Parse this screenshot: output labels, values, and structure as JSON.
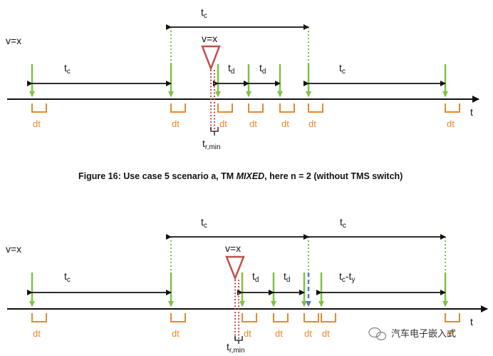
{
  "labels": {
    "v_eq_x": "v=x",
    "tc": "t",
    "tc_sub": "c",
    "td": "t",
    "td_sub": "d",
    "dt": "dt",
    "t_axis": "t",
    "tr": "t",
    "tr_sub": "r,min",
    "tcty_main": "t",
    "tcty_sub1": "c",
    "tcty_dash": "-t",
    "tcty_sub2": "y"
  },
  "caption": {
    "prefix": "Figure 16: Use case 5 scenario a, TM ",
    "italic": "MIXED",
    "suffix": ", here n = 2 (without TMS switch)"
  },
  "watermark": {
    "text": "汽车电子嵌入式"
  },
  "colors": {
    "green": "#7dc242",
    "orange": "#e8892d",
    "red": "#c0504d",
    "blue": "#4a7fc1",
    "black": "#111111"
  }
}
